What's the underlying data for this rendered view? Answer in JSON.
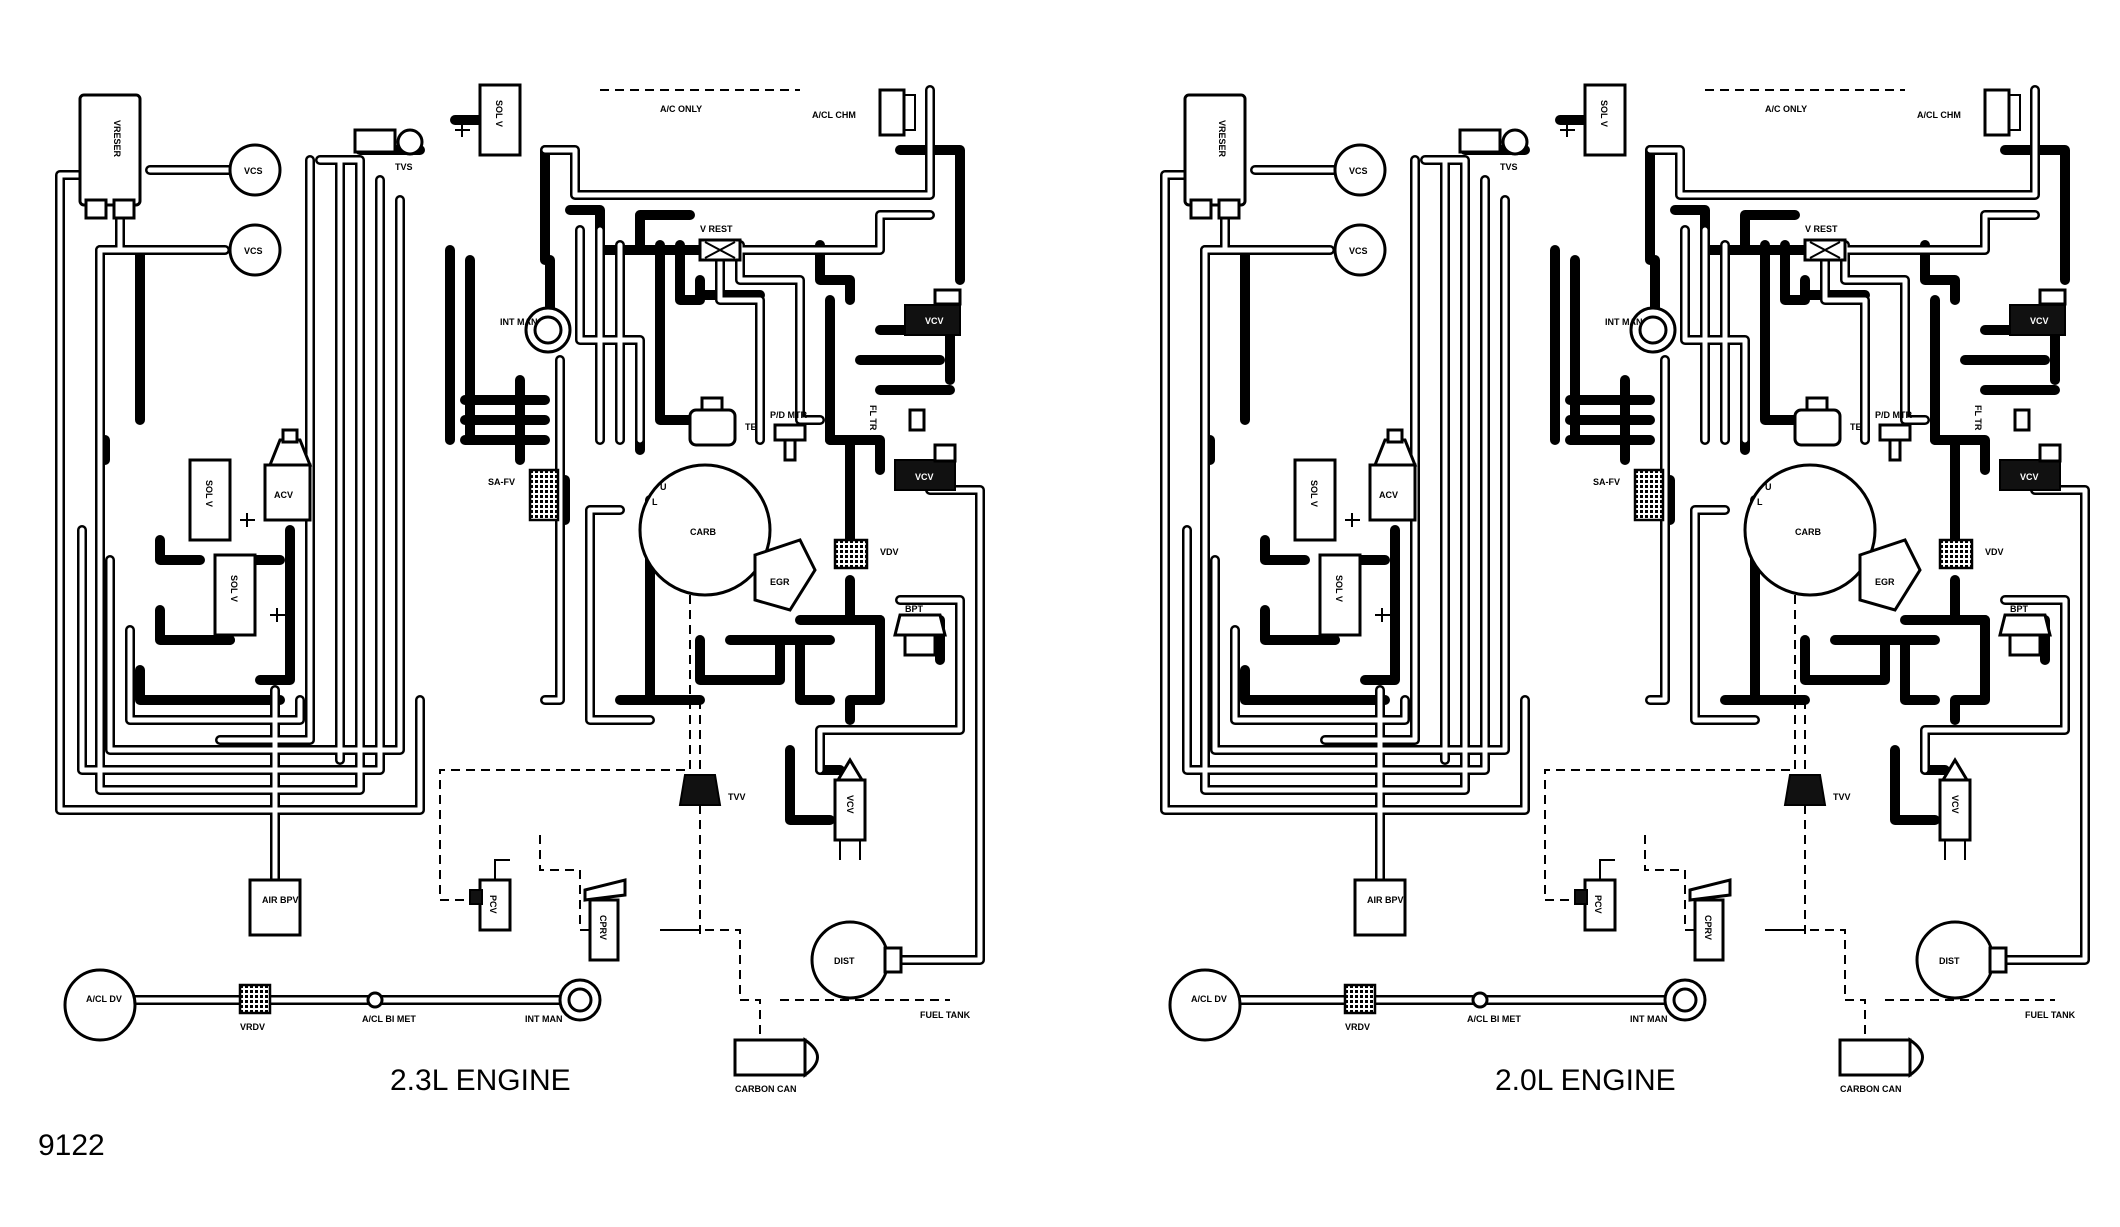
{
  "figure_number": "9122",
  "diagrams": [
    {
      "caption": "2.3L ENGINE",
      "labels": {
        "vreser": "VRESER",
        "vcs": "VCS",
        "tvs": "TVS",
        "sol_v": "SOL V",
        "ac_only": "A/C ONLY",
        "acl_chm": "A/CL CHM",
        "v_rest": "V REST",
        "int_man": "INT MAN",
        "vcv": "VCV",
        "te": "TE",
        "fl_tr": "FL TR",
        "sa_fv": "SA-FV",
        "pd_mtr": "P/D MTR",
        "acv": "ACV",
        "carb": "CARB",
        "egr": "EGR",
        "vdv": "VDV",
        "bpt": "BPT",
        "tvv": "TVV",
        "air_bpv": "AIR BPV",
        "pcv": "PCV",
        "cprv": "CPRV",
        "dist": "DIST",
        "acl_dv": "A/CL DV",
        "vrdv": "VRDV",
        "acl_bimet": "A/CL BI MET",
        "fuel_tank": "FUEL TANK",
        "carbon_can": "CARBON CAN"
      }
    },
    {
      "caption": "2.0L ENGINE",
      "labels": {
        "vreser": "VRESER",
        "vcs": "VCS",
        "tvs": "TVS",
        "sol_v": "SOL V",
        "ac_only": "A/C ONLY",
        "acl_chm": "A/CL CHM",
        "v_rest": "V REST",
        "int_man": "INT MAN",
        "vcv": "VCV",
        "te": "TE",
        "fl_tr": "FL TR",
        "sa_fv": "SA-FV",
        "pd_mtr": "P/D MTR",
        "acv": "ACV",
        "carb": "CARB",
        "egr": "EGR",
        "vdv": "VDV",
        "bpt": "BPT",
        "tvv": "TVV",
        "air_bpv": "AIR BPV",
        "pcv": "PCV",
        "cprv": "CPRV",
        "dist": "DIST",
        "acl_dv": "A/CL DV",
        "vrdv": "VRDV",
        "acl_bimet": "A/CL BI MET",
        "fuel_tank": "FUEL TANK",
        "carbon_can": "CARBON CAN"
      }
    }
  ]
}
